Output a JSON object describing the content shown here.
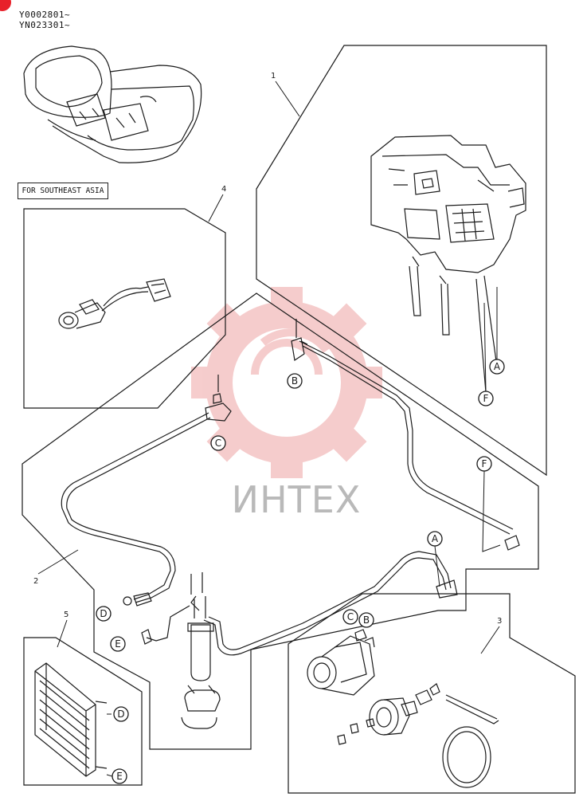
{
  "header": {
    "serial_1": "Y0002801~",
    "serial_2": "YN023301~"
  },
  "region_note": "FOR SOUTHEAST ASIA",
  "part_numbers": [
    "1",
    "2",
    "3",
    "4",
    "5"
  ],
  "connection_labels": {
    "A": "A",
    "B": "B",
    "C": "C",
    "D": "D",
    "E": "E",
    "F": "F"
  },
  "watermark": {
    "text": "ИНТЕХ",
    "color": "#e8202a"
  },
  "colors": {
    "line": "#1a1a1a",
    "watermark_gear": "#f4c4c4",
    "corner_badge": "#e8202a"
  }
}
